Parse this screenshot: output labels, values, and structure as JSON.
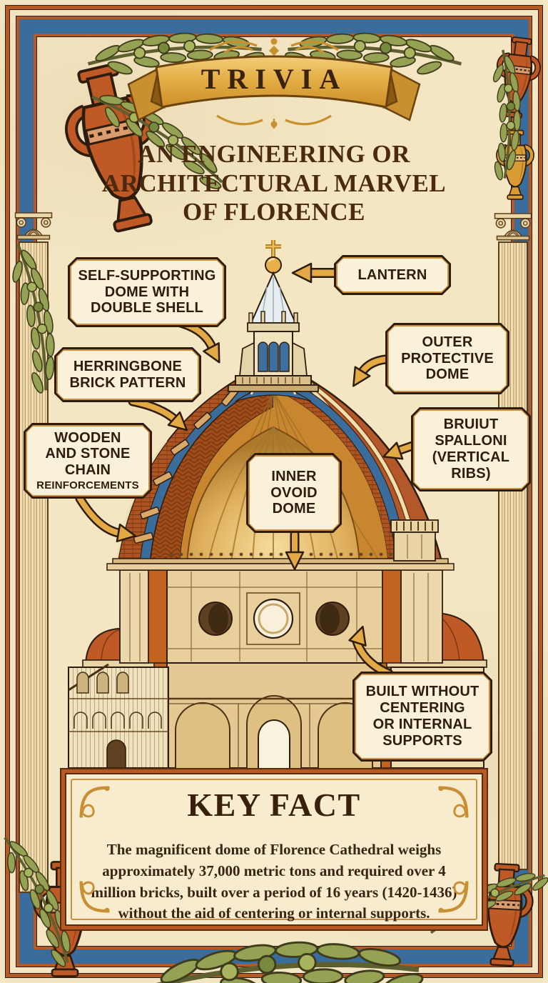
{
  "banner": {
    "title": "TRIVIA"
  },
  "title": {
    "line1": "AN ENGINEERING OR",
    "line2": "ARCHITECTURAL MARVEL",
    "line3": "OF FLORENCE"
  },
  "callouts": {
    "self_supporting": {
      "text": "SELF-SUPPORTING\nDOME WITH\nDOUBLE SHELL"
    },
    "lantern": {
      "text": "LANTERN"
    },
    "herringbone": {
      "text": "HERRINGBONE\nBRICK PATTERN"
    },
    "outer_dome": {
      "text": "OUTER\nPROTECTIVE\nDOME"
    },
    "wooden_chain": {
      "text": "WOODEN\nAND STONE\nCHAIN",
      "subtext": "REINFORCEMENTS"
    },
    "spalloni": {
      "text": "BRUIUT\nSPALLONI\n(VERTICAL\nRIBS)"
    },
    "inner_dome": {
      "text": "INNER\nOVOID\nDOME"
    },
    "built_without": {
      "text": "BUILT WITHOUT\nCENTERING\nOR INTERNAL\nSUPPORTS"
    }
  },
  "key_fact": {
    "heading": "KEY FACT",
    "body": "The magnificent dome of Florence Cathedral weighs approximately 37,000 metric tons and required over 4 million bricks, built over a period of 16 years (1420-1436) without the aid of centering or internal supports."
  },
  "decorations": {
    "border_motifs": "amphora vases, olive branches, corinthian columns, gold ribbon banner"
  },
  "colors": {
    "parchment": "#f4e6c3",
    "border_blue": "#3a6d9c",
    "border_rust": "#b65922",
    "ink_dark": "#2e1d0e",
    "title_brown": "#4b2a10",
    "gold": "#daa43c",
    "terracotta": "#bf5a26",
    "dome_interior_gold": "#e0b05c",
    "callout_cream": "#faf1d8"
  }
}
